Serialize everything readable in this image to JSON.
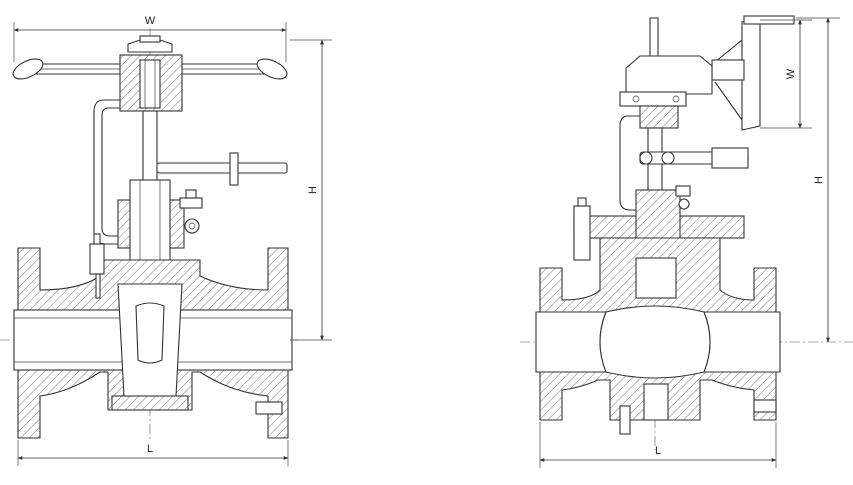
{
  "dimension_labels": {
    "left_valve": {
      "width": "W",
      "height": "H",
      "length": "L"
    },
    "right_valve": {
      "width": "W",
      "height": "H",
      "length": "L"
    }
  }
}
